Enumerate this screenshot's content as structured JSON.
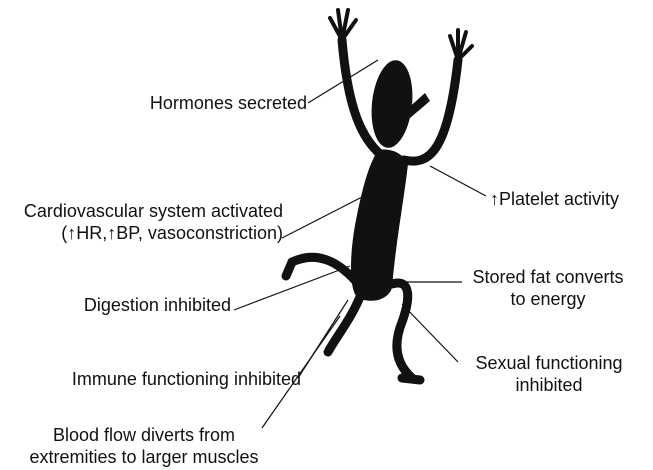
{
  "colors": {
    "figure": "#111111",
    "leader": "#111111",
    "text": "#111111",
    "background": "#ffffff"
  },
  "labels": {
    "hormones": "Hormones secreted",
    "cardio_line1": "Cardiovascular system activated",
    "cardio_line2": "(↑HR,↑BP, vasoconstriction)",
    "platelet": "↑Platelet activity",
    "digestion": "Digestion inhibited",
    "fat_line1": "Stored fat converts",
    "fat_line2": "to energy",
    "immune": "Immune functioning inhibited",
    "sexual_line1": "Sexual functioning",
    "sexual_line2": "inhibited",
    "blood_line1": "Blood flow diverts from",
    "blood_line2": "extremities to larger muscles"
  }
}
